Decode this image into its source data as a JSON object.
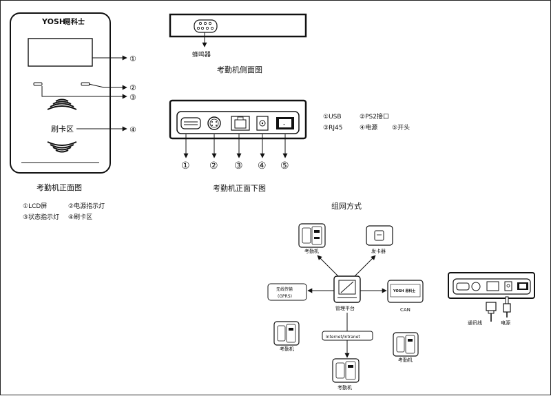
{
  "device_front": {
    "brand": "YOSH",
    "brand_cn": "易科士",
    "swipe_label": "刷卡区",
    "markers": [
      "①",
      "②",
      "③",
      "④"
    ],
    "caption": "考勤机正面图",
    "legend": [
      "①LCD屏",
      "②电源指示灯",
      "③状态指示灯",
      "④刷卡区"
    ]
  },
  "device_side": {
    "buzzer_label": "蜂鸣器",
    "caption": "考勤机侧面图"
  },
  "device_bottom": {
    "port_numbers": [
      "①",
      "②",
      "③",
      "④",
      "⑤"
    ],
    "switch_glyph": "-",
    "caption": "考勤机正面下图",
    "legend": [
      "①USB",
      "②PS2接口",
      "③RJ45",
      "④电源",
      "⑤开头"
    ]
  },
  "network": {
    "title": "组网方式",
    "center_label": "管理平台",
    "top_left_label": "考勤机",
    "top_right_label": "发卡器",
    "wireless_label_1": "无线传输",
    "wireless_label_2": "(GPRS)",
    "can_label": "CAN",
    "can_device_text": "YOSH 易科士",
    "internet_label": "Internet/Intranet",
    "left_device_label": "考勤机",
    "right_device_label": "考勤机",
    "bottom_device_label": "考勤机",
    "mini_bottom_view": {
      "cable_label": "通讯线",
      "power_label": "电源"
    }
  }
}
